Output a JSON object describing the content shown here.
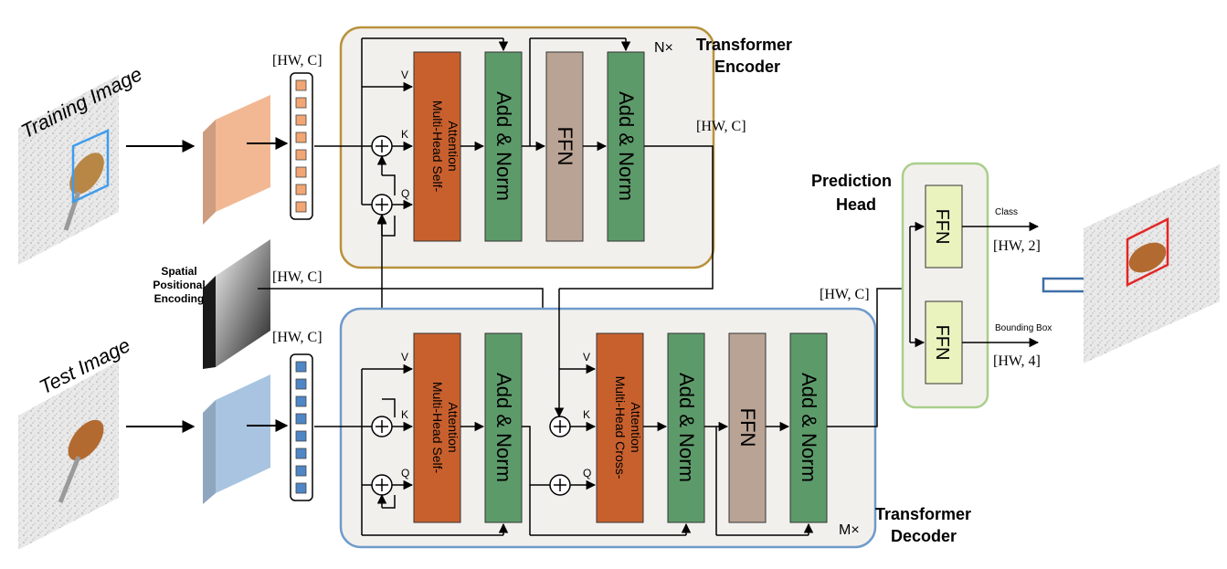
{
  "images": {
    "training_label": "Training Image",
    "test_label": "Test Image"
  },
  "positional_encoding": {
    "label_lines": [
      "Spatial",
      "Positional",
      "Encoding"
    ]
  },
  "shapes": {
    "train_tokens": "[HW, C]",
    "pos_tokens": "[HW, C]",
    "test_tokens": "[HW, C]",
    "encoder_out": "[HW, C]",
    "decoder_out": "[HW, C]",
    "class_out": "[HW, 2]",
    "bbox_out": "[HW, 4]"
  },
  "encoder": {
    "title_lines": [
      "Transformer",
      "Encoder"
    ],
    "repeat": "N×",
    "mhsa_lines": [
      "Multi-Head Self-",
      "Attention"
    ],
    "add_norm": "Add & Norm",
    "ffn": "FFN",
    "v": "V",
    "k": "K",
    "q": "Q"
  },
  "decoder": {
    "title_lines": [
      "Transformer",
      "Decoder"
    ],
    "repeat": "M×",
    "mhsa_lines": [
      "Multi-Head Self-",
      "Attention"
    ],
    "mhca_lines": [
      "Multi-Head Cross-",
      "Attention"
    ],
    "add_norm": "Add & Norm",
    "ffn": "FFN",
    "v": "V",
    "k": "K",
    "q": "Q"
  },
  "prediction_head": {
    "title_lines": [
      "Prediction",
      "Head"
    ],
    "ffn": "FFN",
    "class_label": "Class",
    "bbox_label": "Bounding Box"
  },
  "colors": {
    "attention": "#c8602e",
    "add_norm": "#5d9a6a",
    "ffn": "#b9a394",
    "head_ffn": "#eaf2be",
    "encoder_border": "#b8923c",
    "decoder_border": "#6f9bcb",
    "head_border": "#a9cf8b",
    "box_fill": "#f2f0ed",
    "train_feature": "#f2b894",
    "test_feature": "#a8c4e0",
    "train_token": "#f2a673",
    "test_token": "#4f86c6",
    "train_frame": "#3f9cec",
    "pred_frame": "#e32626"
  }
}
